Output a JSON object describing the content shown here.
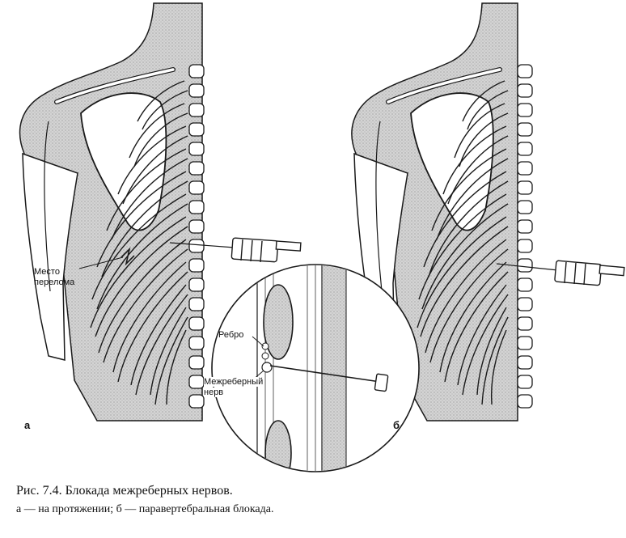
{
  "figure": {
    "label_fracture": [
      "Место",
      "перелома"
    ],
    "label_rib": "Ребро",
    "label_nerve": [
      "Межреберный",
      "нерв"
    ],
    "panel_a": "а",
    "panel_b": "б"
  },
  "caption": {
    "number": "Рис. 7.4.",
    "title": "Блокада межреберных нервов.",
    "legend": "а — на протяжении; б — паравертебральная блокада."
  },
  "colors": {
    "ink": "#1a1a1a",
    "shade": "#c9c9c9",
    "paper": "#ffffff"
  }
}
